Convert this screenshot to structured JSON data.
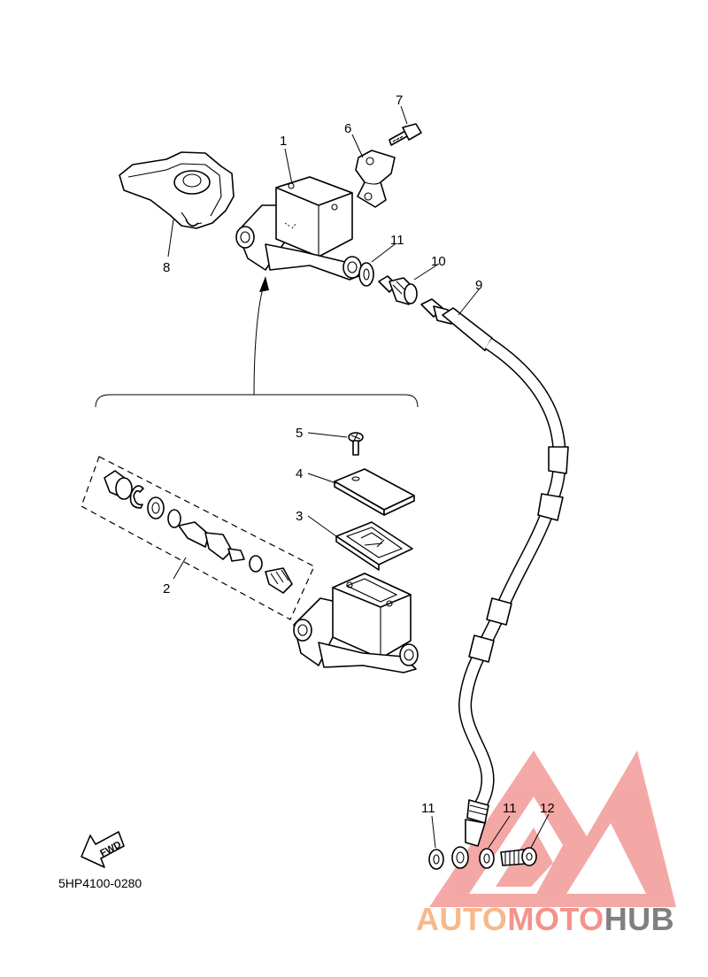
{
  "diagram": {
    "callouts": {
      "c1": "1",
      "c2": "2",
      "c3": "3",
      "c4": "4",
      "c5": "5",
      "c6": "6",
      "c7": "7",
      "c8": "8",
      "c9": "9",
      "c10": "10",
      "c11a": "11",
      "c11b": "11",
      "c11c": "11",
      "c12": "12"
    },
    "fwd_label": "FWD",
    "code": "5HP4100-0280"
  },
  "watermark": {
    "part1": "AUTO",
    "part2": "MOTO",
    "part3": "HUB",
    "colors": {
      "red": "#f29a96",
      "orange": "#f7b98a",
      "gray": "#808080"
    }
  }
}
